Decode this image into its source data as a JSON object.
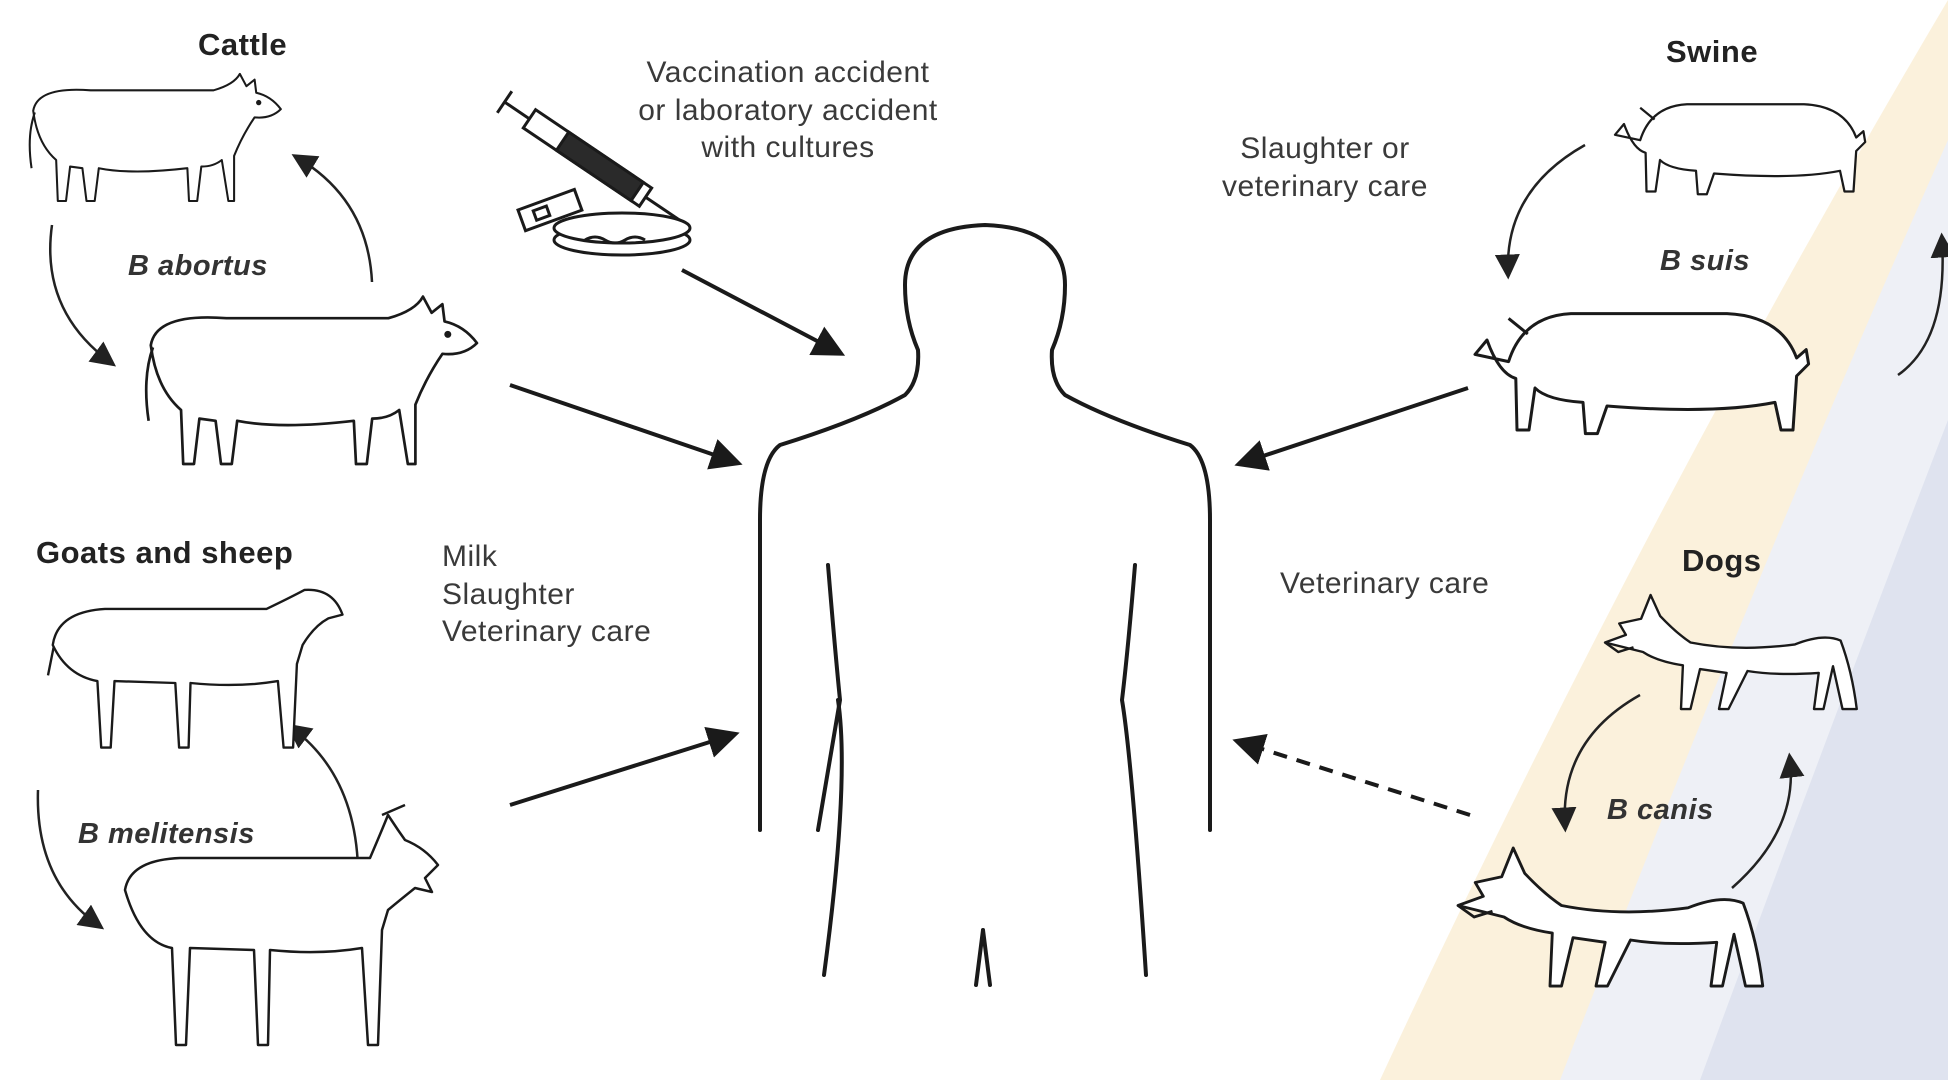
{
  "groups": {
    "cattle": {
      "title": "Cattle",
      "species": "B abortus"
    },
    "swine": {
      "title": "Swine",
      "species": "B suis"
    },
    "goats": {
      "title": "Goats and sheep",
      "species": "B melitensis"
    },
    "dogs": {
      "title": "Dogs",
      "species": "B canis"
    }
  },
  "routes": {
    "lab": [
      "Vaccination accident",
      "or laboratory accident",
      "with cultures"
    ],
    "swine": [
      "Slaughter or",
      "veterinary care"
    ],
    "goats": [
      "Milk",
      "Slaughter",
      "Veterinary care"
    ],
    "dogs": "Veterinary care"
  },
  "icons": [
    "cow-icon",
    "pig-icon",
    "goat-icon",
    "sheep-icon",
    "dog-icon",
    "syringe-icon",
    "petri-dish-icon",
    "slide-icon",
    "human-silhouette-icon"
  ],
  "colors": {
    "stroke": "#1a1a1a",
    "watermark_blue": "#dfe3ef",
    "watermark_yellow": "#fbf1dc"
  }
}
